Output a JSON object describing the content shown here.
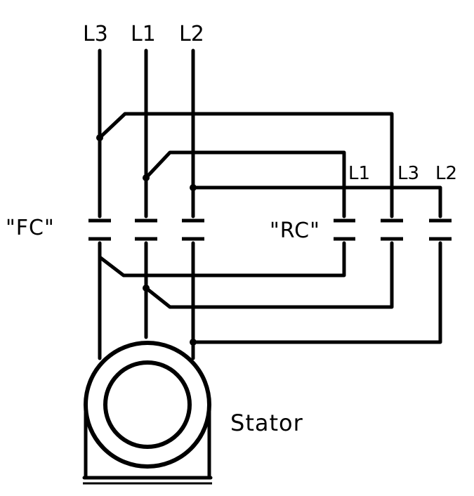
{
  "supply_lines": {
    "l3": "L3",
    "l1": "L1",
    "l2": "L2"
  },
  "contactors": {
    "forward": "\"FC\"",
    "reverse": "\"RC\""
  },
  "reverse_lines": {
    "l1": "L1",
    "l3": "L3",
    "l2": "L2"
  },
  "motor": {
    "label": "Stator"
  }
}
